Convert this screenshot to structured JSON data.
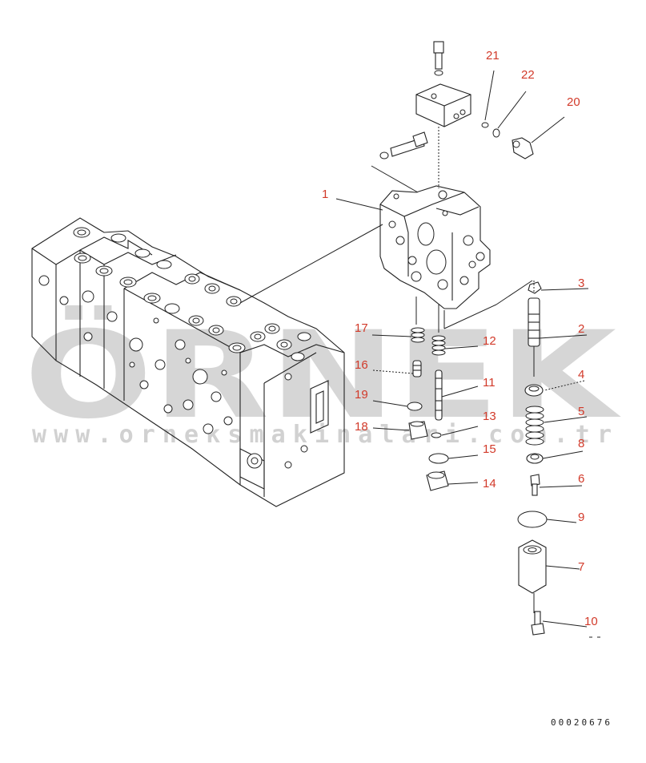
{
  "diagram": {
    "drawing_number": "00020676",
    "callouts": [
      "1",
      "2",
      "3",
      "4",
      "5",
      "6",
      "7",
      "8",
      "9",
      "10",
      "11",
      "12",
      "13",
      "14",
      "15",
      "16",
      "17",
      "18",
      "19",
      "20",
      "21",
      "22"
    ]
  },
  "watermark": {
    "brand": "ÖRNEK",
    "url": "www.orneksmakinalari.com.tr"
  },
  "colors": {
    "callout": "#d23a2a",
    "line": "#222222",
    "watermark": "#c9c9c9"
  }
}
